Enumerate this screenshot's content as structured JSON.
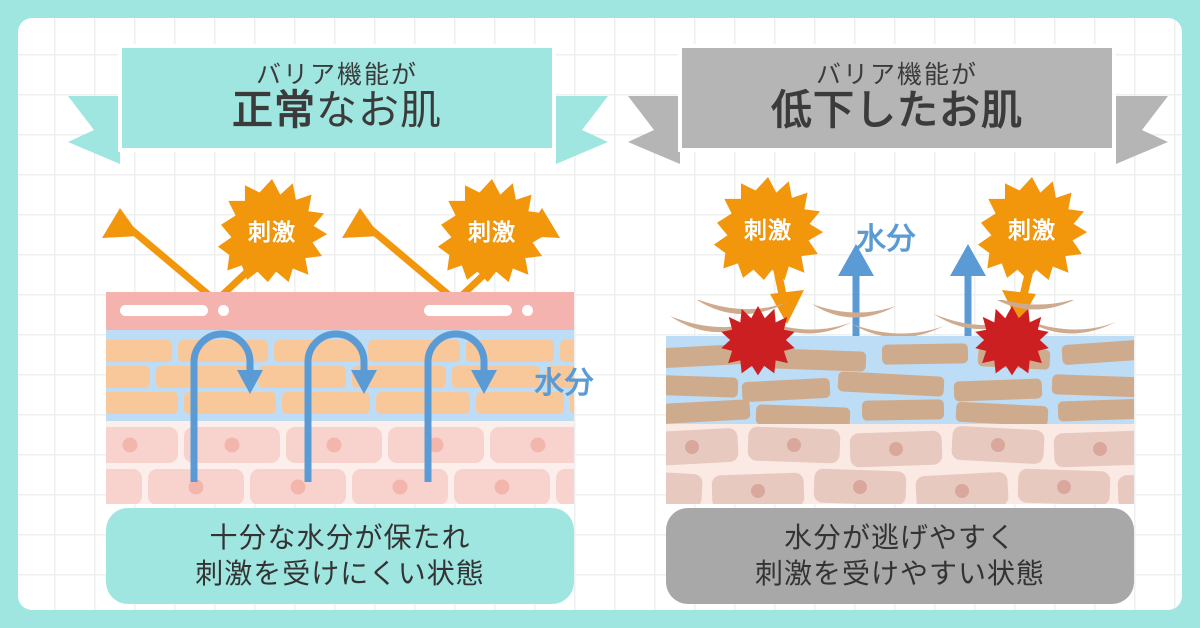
{
  "theme": {
    "frame_color": "#9fe5e0",
    "panel_bg": "#ffffff",
    "grid_color": "#eef0f0",
    "left_accent": "#9fe5e0",
    "right_accent": "#b5b5b5",
    "stimulus_color": "#f2960c",
    "water_color": "#5b9bd5",
    "damage_color": "#cc1f21"
  },
  "panels": [
    {
      "id": "healthy",
      "banner": {
        "sub": "バリア機能が",
        "main_strong": "正常",
        "main_rest": "なお肌",
        "main_full": "正常なお肌",
        "color": "#9fe5e0"
      },
      "badges": [
        {
          "name": "stimulus-badge",
          "label": "刺激"
        },
        {
          "name": "stimulus-badge",
          "label": "刺激"
        }
      ],
      "water_label": "水分",
      "caption_lines": [
        "十分な水分が保たれ",
        "刺激を受けにくい状態"
      ],
      "caption_color": "#9fe5e0"
    },
    {
      "id": "impaired",
      "banner": {
        "sub": "バリア機能が",
        "main_strong": "低下した",
        "main_rest": "お肌",
        "main_full": "低下したお肌",
        "color": "#b5b5b5"
      },
      "badges": [
        {
          "name": "stimulus-badge",
          "label": "刺激"
        },
        {
          "name": "stimulus-badge",
          "label": "刺激"
        }
      ],
      "water_label": "水分",
      "caption_lines": [
        "水分が逃げやすく",
        "刺激を受けやすい状態"
      ],
      "caption_color": "#a8a8a8"
    }
  ]
}
